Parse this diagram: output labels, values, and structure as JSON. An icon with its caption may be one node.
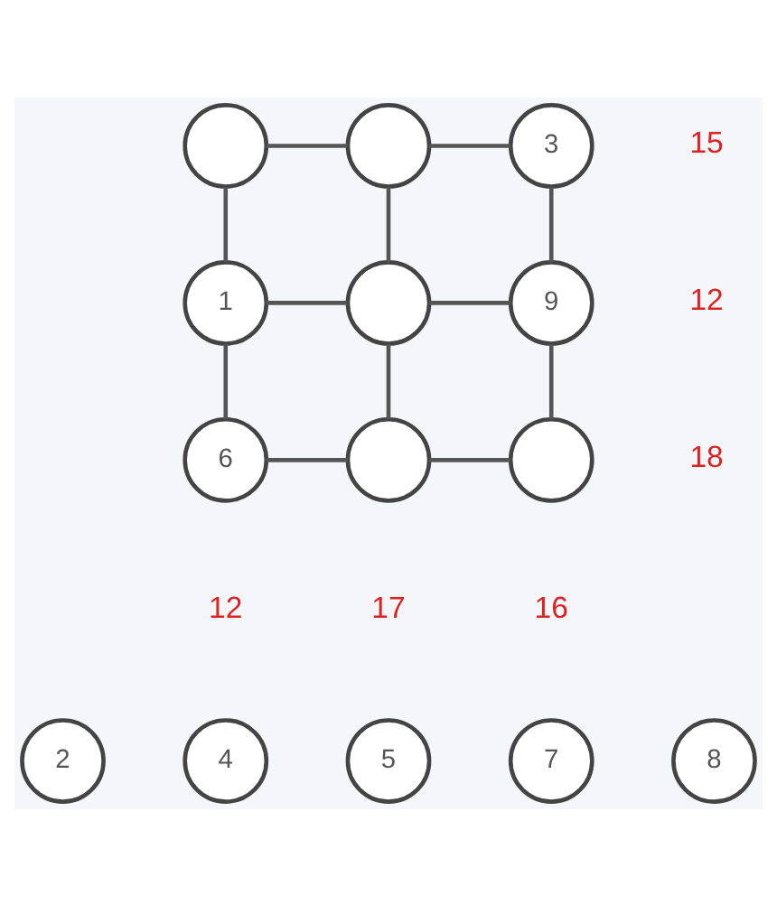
{
  "diagram": {
    "nodes": [
      {
        "text": [],
        "shape": "circle"
      },
      {
        "text": [],
        "shape": "circle"
      },
      {
        "text": [
          "3"
        ]
      },
      {
        "text": [
          "1"
        ]
      },
      {
        "text": [],
        "shape": "circle"
      },
      {
        "text": [
          "9"
        ]
      },
      {
        "text": [
          "6"
        ]
      },
      {
        "text": [],
        "shape": "circle"
      },
      {
        "text": [],
        "shape": "circle"
      },
      {
        "text": [
          "2"
        ]
      },
      {
        "text": [
          "4"
        ]
      },
      {
        "text": [
          "5"
        ]
      },
      {
        "text": [
          "7"
        ]
      },
      {
        "text": [
          "8"
        ]
      }
    ],
    "edges": [
      {
        "from": 0,
        "to": 1,
        "arrow": "none"
      },
      {
        "from": 1,
        "to": 2,
        "arrow": "none"
      },
      {
        "from": 0,
        "to": 3,
        "arrow": "none"
      },
      {
        "from": 1,
        "to": 4,
        "arrow": "none"
      },
      {
        "from": 2,
        "to": 5,
        "arrow": "none"
      },
      {
        "from": 3,
        "to": 4,
        "arrow": "none"
      },
      {
        "from": 4,
        "to": 5,
        "arrow": "none"
      },
      {
        "from": 3,
        "to": 6,
        "arrow": "none"
      },
      {
        "from": 4,
        "to": 7,
        "arrow": "none"
      },
      {
        "from": 5,
        "to": 8,
        "arrow": "none"
      },
      {
        "from": 6,
        "to": 7,
        "arrow": "none"
      },
      {
        "from": 7,
        "to": 8,
        "arrow": "none"
      }
    ],
    "labels": [
      "15",
      "12",
      "18",
      "12",
      "17",
      "16"
    ]
  }
}
